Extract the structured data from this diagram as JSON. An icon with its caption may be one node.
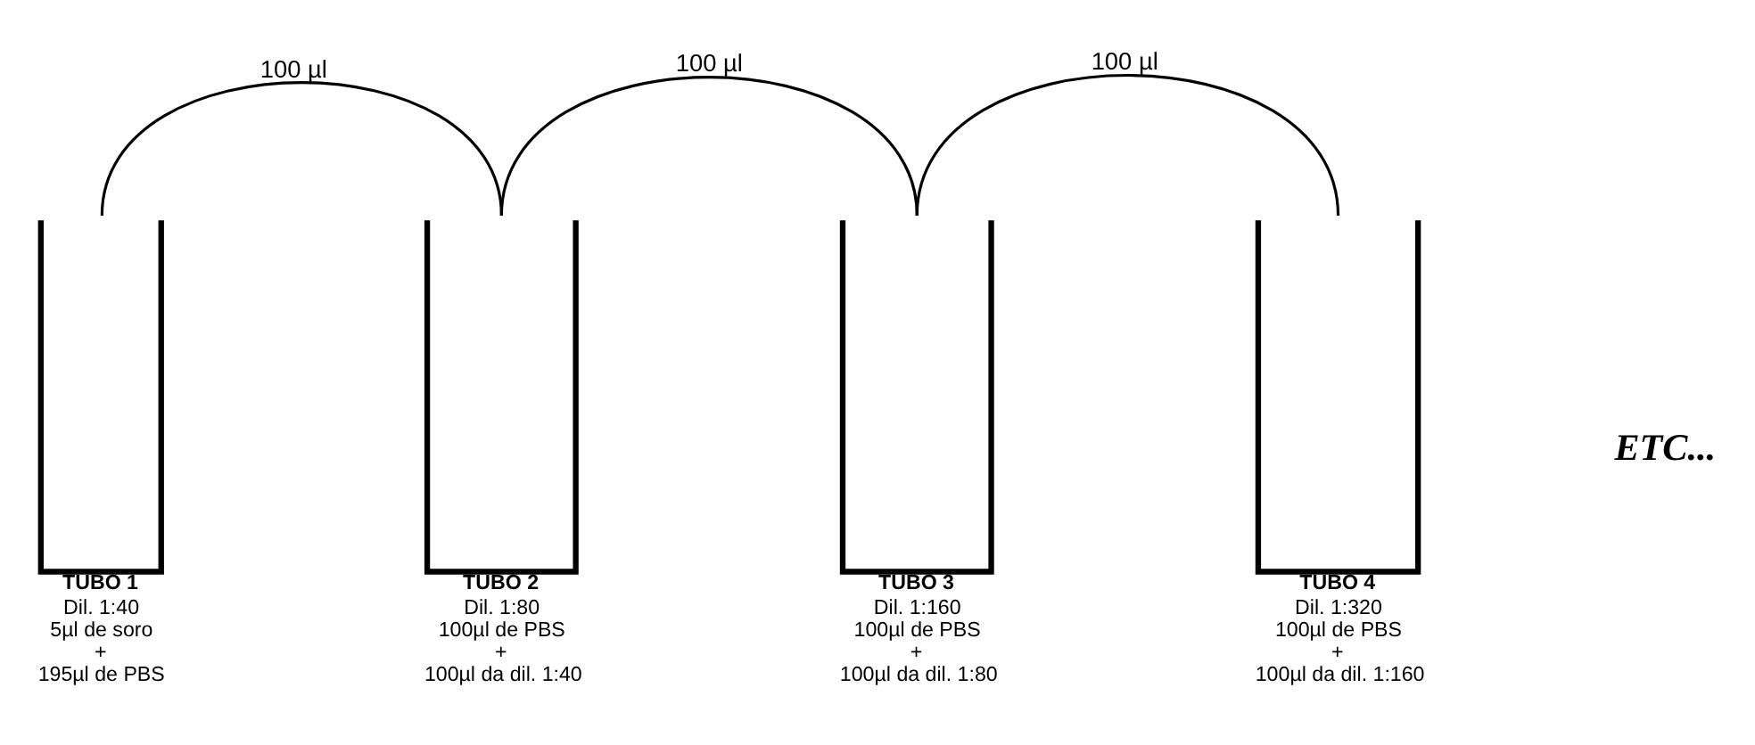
{
  "diagram": {
    "nodes": [
      {
        "text": [
          "TUBO 1",
          "Dil. 1:40",
          "5µl de soro",
          "+",
          "195µl de PBS"
        ]
      },
      {
        "text": [
          "TUBO 2",
          "Dil. 1:80",
          "100µl de PBS",
          "+",
          "100µl da dil. 1:40"
        ]
      },
      {
        "text": [
          "TUBO 3",
          "Dil. 1:160",
          "100µl de PBS",
          "+",
          "100µl da dil. 1:80"
        ]
      },
      {
        "text": [
          "TUBO 4",
          "Dil. 1:320",
          "100µl de PBS",
          "+",
          "100µl da dil. 1:160"
        ]
      }
    ],
    "edges": [
      {
        "from": 0,
        "to": 1,
        "arrow": "none",
        "label": "100 µl"
      },
      {
        "from": 1,
        "to": 2,
        "arrow": "none",
        "label": "100 µl"
      },
      {
        "from": 2,
        "to": 3,
        "arrow": "none",
        "label": "100 µl"
      }
    ],
    "labels": [
      "ETC..."
    ]
  }
}
